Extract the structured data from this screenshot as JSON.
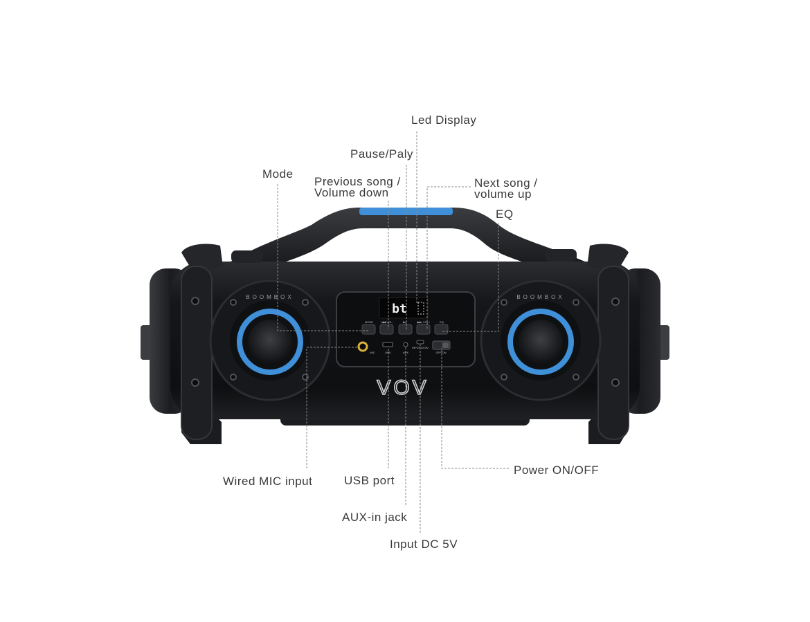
{
  "labels": {
    "led_display": "Led Display",
    "pause_play": "Pause/Paly",
    "mode": "Mode",
    "previous_song_line1": "Previous song /",
    "previous_song_line2": "Volume down",
    "next_song_line1": "Next song /",
    "next_song_line2": "volume up",
    "eq": "EQ",
    "wired_mic": "Wired MIC input",
    "usb_port": "USB port",
    "aux_in": "AUX-in jack",
    "input_dc": "Input DC 5V",
    "power": "Power ON/OFF"
  },
  "device": {
    "brand": "VOV",
    "left_ring_text": "BOOMBOX",
    "right_ring_text": "BOOMBOX",
    "display_readout": "bt",
    "panel_buttons": [
      "MODE",
      "|◀◀ VOL-",
      "▶||",
      "▶▶| VOL+",
      "EQ"
    ],
    "panel_ports": [
      "MIC",
      "USB",
      "AUX",
      "INPUT DC5V",
      "OFF/ON"
    ]
  },
  "colors": {
    "body": "#141517",
    "body_highlight": "#2c2e31",
    "accent_blue": "#3f8fd9",
    "leader_line": "#8a8a8a",
    "label_text": "#3a3a3a",
    "mic_ring": "#d9b23a"
  }
}
